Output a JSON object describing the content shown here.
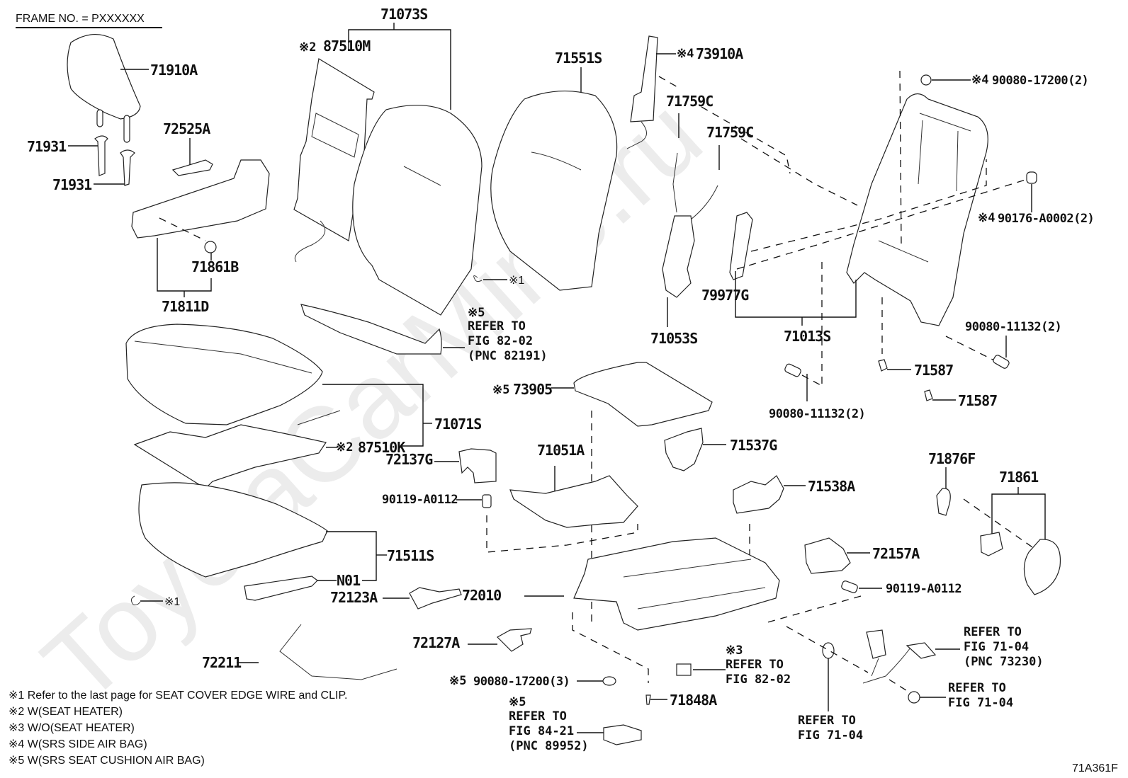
{
  "header": {
    "frame_no": "FRAME NO. = PXXXXXX"
  },
  "watermark": "ToyotaCarMine.ru",
  "diagram_code": "71A361F",
  "parts": {
    "p71910A": "71910A",
    "p71931a": "71931",
    "p71931b": "71931",
    "p72525A": "72525A",
    "p71861B": "71861B",
    "p71811D": "71811D",
    "p71073S": "71073S",
    "p87510M": "87510M",
    "p71551S": "71551S",
    "p73910A": "73910A",
    "p71759Ca": "71759C",
    "p71759Cb": "71759C",
    "p90080_17200_2": "90080-17200(2)",
    "p90176_A0002": "90176-A0002(2)",
    "p79977G": "79977G",
    "p71053S": "71053S",
    "p71013S": "71013S",
    "p90080_11132_a": "90080-11132(2)",
    "p90080_11132_b": "90080-11132(2)",
    "p71587a": "71587",
    "p71587b": "71587",
    "p73905": "73905",
    "p71071S": "71071S",
    "p87510K": "87510K",
    "p72137G": "72137G",
    "p90119_A0112_a": "90119-A0112",
    "p71051A": "71051A",
    "p71537G": "71537G",
    "p71538A": "71538A",
    "p71876F": "71876F",
    "p71861": "71861",
    "p72157A": "72157A",
    "p90119_A0112_b": "90119-A0112",
    "p71511S": "71511S",
    "pN01": "N01",
    "p72123A": "72123A",
    "p72010": "72010",
    "p72127A": "72127A",
    "p72211": "72211",
    "p90080_17200_3": "90080-17200(3)",
    "p71848A": "71848A"
  },
  "markers": {
    "m1a": "※1",
    "m1b": "※1",
    "m2a": "※2",
    "m2b": "※2",
    "m3": "※3",
    "m4a": "※4",
    "m4b": "※4",
    "m4c": "※4",
    "m5a": "※5",
    "m5b": "※5",
    "m5c": "※5",
    "m5d": "※5"
  },
  "references": {
    "r82191": [
      "REFER TO",
      "FIG 82-02",
      "(PNC 82191)"
    ],
    "r89952": [
      "REFER TO",
      "FIG 84-21",
      "(PNC 89952)"
    ],
    "r8202": [
      "REFER TO",
      "FIG 82-02"
    ],
    "r7104a": [
      "REFER TO",
      "FIG 71-04"
    ],
    "r73230": [
      "REFER TO",
      "FIG 71-04",
      "(PNC 73230)"
    ],
    "r7104b": [
      "REFER TO",
      "FIG 71-04"
    ]
  },
  "notes": [
    "※1 Refer to the last page for SEAT COVER EDGE WIRE and CLIP.",
    "※2 W(SEAT HEATER)",
    "※3 W/O(SEAT HEATER)",
    "※4 W(SRS SIDE AIR BAG)",
    "※5 W(SRS SEAT CUSHION AIR BAG)"
  ]
}
